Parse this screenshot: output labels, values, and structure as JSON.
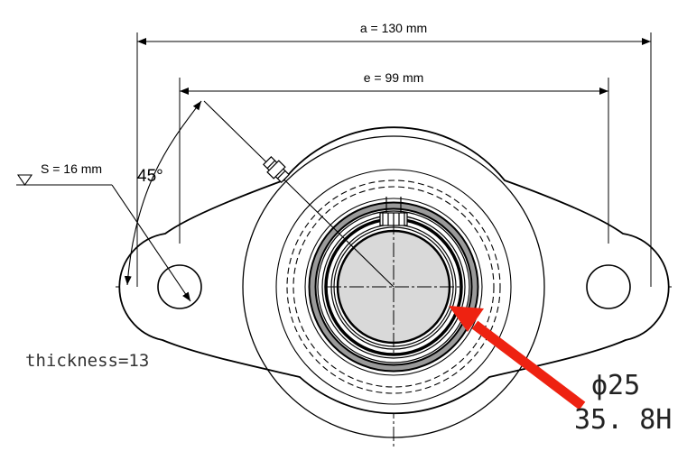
{
  "dimensions": {
    "overall_width": "a = 130 mm",
    "bolt_spacing": "e = 99 mm",
    "bolt_size": "S = 16 mm",
    "angle": "45°"
  },
  "annotations": {
    "thickness": "thickness=13",
    "bore": "ϕ25",
    "height": "35. 8H"
  },
  "colors": {
    "arrow": "#ee2211",
    "line": "#000000",
    "bore_fill": "#d9d9d9",
    "ring_fill": "#9a9a9a"
  }
}
